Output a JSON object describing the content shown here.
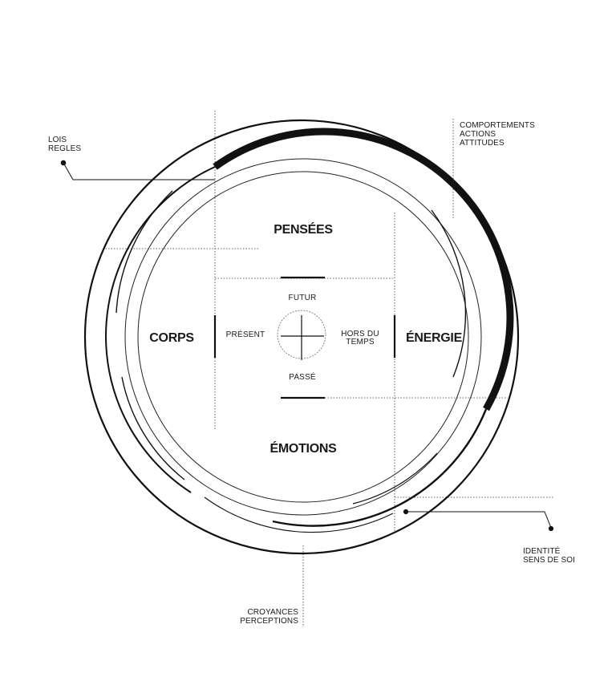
{
  "center": {
    "top": "PENSÉES",
    "left": "CORPS",
    "right": "ÉNERGIE",
    "bottom": "ÉMOTIONS"
  },
  "time": {
    "future": "FUTUR",
    "present": "PRÉSENT",
    "past": "PASSÉ",
    "timeless_line1": "HORS DU",
    "timeless_line2": "TEMPS"
  },
  "annotations": {
    "laws": {
      "line1": "LOIS",
      "line2": "REGLES"
    },
    "behaviors": {
      "line1": "COMPORTEMENTS",
      "line2": "ACTIONS",
      "line3": "ATTITUDES"
    },
    "identity": {
      "line1": "IDENTITÉ",
      "line2": "SENS DE SOI"
    },
    "beliefs": {
      "line1": "CROYANCES",
      "line2": "PERCEPTIONS"
    }
  },
  "colors": {
    "ink": "#111111",
    "guide": "#333333"
  }
}
